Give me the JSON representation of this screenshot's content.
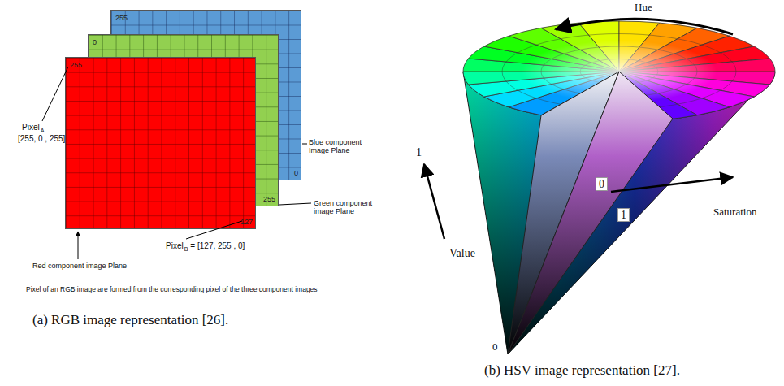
{
  "diagram": {
    "nodes": [
      {
        "text": [
          "255",
          "0"
        ]
      },
      {
        "text": [
          "0",
          "255"
        ]
      },
      {
        "text": [
          "255",
          "127"
        ]
      }
    ],
    "labels": [
      "Pixel",
      "A",
      "[255, 0 , 255]",
      "Blue component Image Plane",
      "Green component image Plane",
      "Pixel",
      "B",
      "= [127, 255 , 0]",
      "Red component image Plane",
      "Pixel of an RGB image are formed from the corresponding pixel of the three component images",
      "(a) RGB image representation [26].",
      "Hue",
      "1",
      "Value",
      "0",
      "0",
      "1",
      "Saturation",
      "(b) HSV image representation [27]."
    ]
  }
}
